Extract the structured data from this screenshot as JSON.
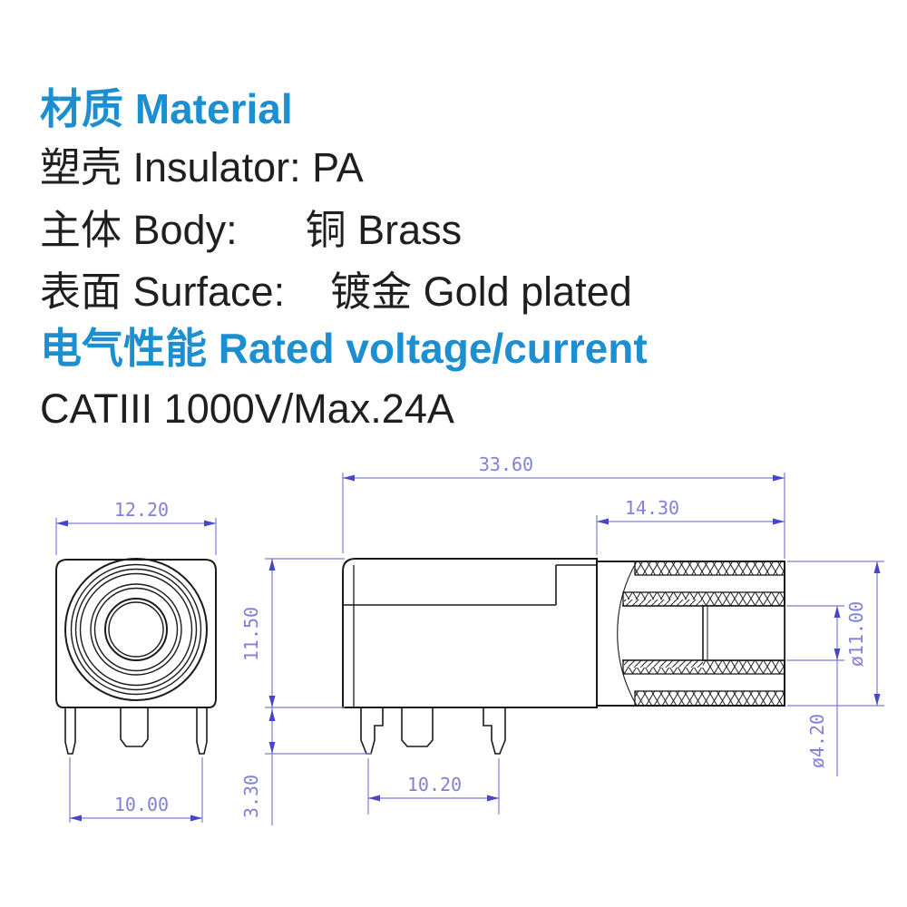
{
  "specs": {
    "material_heading": "材质 Material",
    "insulator_line": "塑壳 Insulator: PA",
    "body_line": "主体 Body:      铜 Brass",
    "surface_line": "表面 Surface:    镀金 Gold plated",
    "electrical_heading": "电气性能 Rated voltage/current",
    "rating_line": "CATIII 1000V/Max.24A"
  },
  "dimensions": {
    "front_width": "12.20",
    "front_pin_pitch": "10.00",
    "body_height": "11.50",
    "pin_length": "3.30",
    "overall_length": "33.60",
    "barrel_length": "14.30",
    "barrel_diameter": "ø11.00",
    "bore_diameter": "ø4.20",
    "side_pin_pitch": "10.20"
  },
  "colors": {
    "heading_blue": "#1b8fd0",
    "dimension_blue": "#8080d8",
    "dimension_arrow_blue": "#4646c6",
    "outline_black": "#1a1a1a",
    "background": "#ffffff"
  }
}
